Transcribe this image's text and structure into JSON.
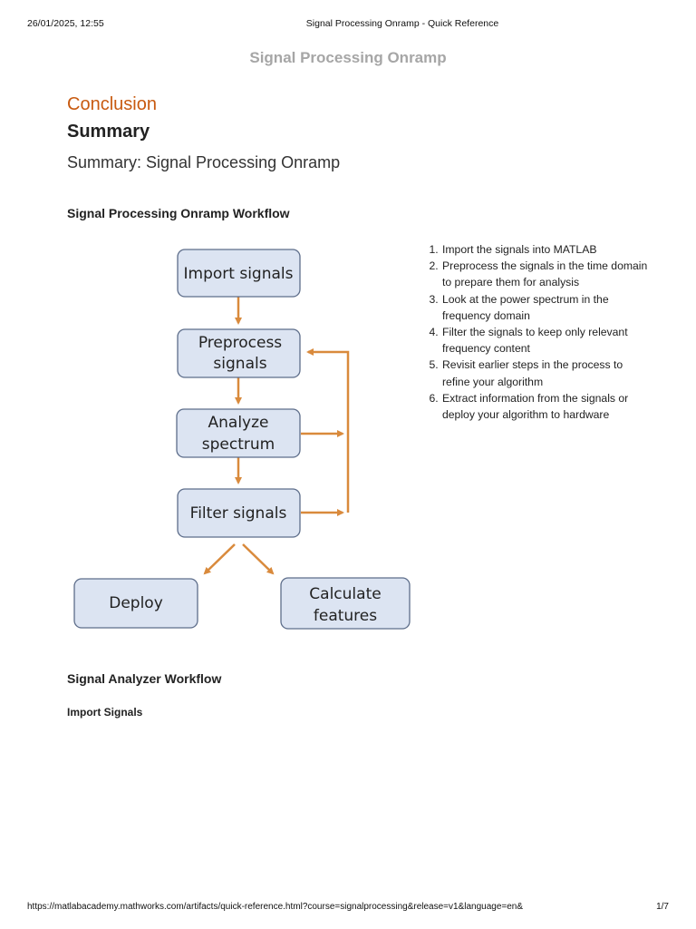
{
  "print_header": {
    "datetime": "26/01/2025, 12:55",
    "page_title": "Signal Processing Onramp - Quick Reference"
  },
  "site_title": "Signal Processing Onramp",
  "section": "Conclusion",
  "heading": "Summary",
  "subtitle": "Summary: Signal Processing Onramp",
  "workflow_heading": "Signal Processing Onramp Workflow",
  "diagram": {
    "nodes": {
      "import": [
        "Import signals"
      ],
      "preprocess": [
        "Preprocess",
        "signals"
      ],
      "analyze": [
        "Analyze",
        "spectrum"
      ],
      "filter": [
        "Filter signals"
      ],
      "deploy": [
        "Deploy"
      ],
      "calculate": [
        "Calculate",
        "features"
      ]
    },
    "box_fill": "#dce4f2",
    "box_stroke": "#5d6d8a",
    "arrow_color": "#d98a3c"
  },
  "steps": [
    "Import the signals into MATLAB",
    "Preprocess the signals in the time domain to prepare them for analysis",
    "Look at the power spectrum in the frequency domain",
    "Filter the signals to keep only relevant frequency content",
    "Revisit earlier steps in the process to refine your algorithm",
    "Extract information from the signals or deploy your algorithm to hardware"
  ],
  "analyzer_heading": "Signal Analyzer Workflow",
  "import_heading": "Import Signals",
  "print_footer": {
    "url": "https://matlabacademy.mathworks.com/artifacts/quick-reference.html?course=signalprocessing&release=v1&language=en&",
    "page": "1/7"
  }
}
